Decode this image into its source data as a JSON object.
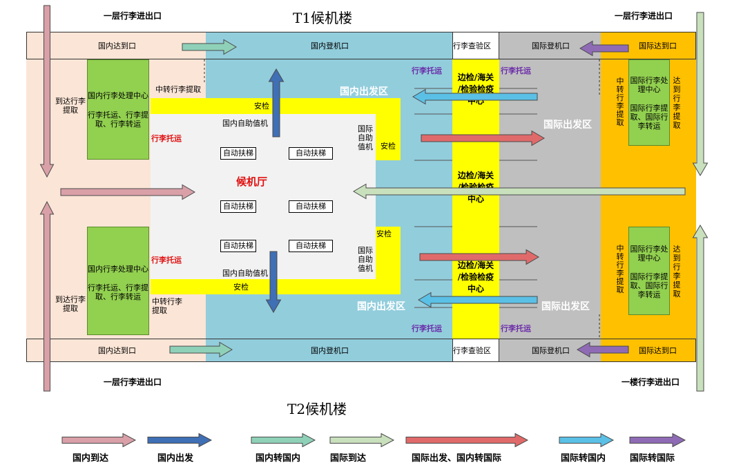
{
  "titles": {
    "t1": "T1候机楼",
    "t2": "T2候机楼"
  },
  "exits": {
    "top_left": "一层行李进出口",
    "top_right": "一层行李进出口",
    "bottom_left": "一层行李进出口",
    "bottom_right": "一楼行李进出口"
  },
  "top_row": {
    "dom_arrival": "国内达到口",
    "dom_checkin": "国内登机口",
    "baggage_check": "行李查验区",
    "intl_checkin": "国际登机口",
    "intl_arrival": "国际达到口"
  },
  "bottom_row": {
    "dom_arrival": "国内达到口",
    "dom_checkin": "国内登机口",
    "baggage_check": "行李查验区",
    "intl_checkin": "国际登机口",
    "intl_arrival": "国际达到口"
  },
  "left_zone": {
    "pickup_top": "到达行李\n提取",
    "pickup_bottom": "到达行李\n提取",
    "center_top": "国内行李处理中心",
    "center_top_sub": "行李托运、行李提\n取、行李转运",
    "center_bottom": "国内行李处理中心",
    "center_bottom_sub": "行李托运、行李提\n取、行李转运",
    "transfer_top": "中转行李提取",
    "transfer_bottom": "中转行李\n提取",
    "checkin_top": "行李托运",
    "checkin_bottom": "行李托运"
  },
  "hall": {
    "name": "候机厅",
    "security_top": "安检",
    "security_bottom": "安检",
    "security_right_top": "安检",
    "security_right_bottom": "安检",
    "self_checkin_top": "国内自助值机",
    "self_checkin_bottom": "国内自助值机",
    "intl_self_top": "国际\n自助\n值机",
    "intl_self_bottom": "国际\n自助\n值机",
    "escalators": [
      "自动扶梯",
      "自动扶梯",
      "自动扶梯",
      "自动扶梯",
      "自动扶梯",
      "自动扶梯"
    ]
  },
  "blue_zone": {
    "dep_top": "国内出发区",
    "dep_bottom": "国内出发区",
    "tag_top": "行李托运",
    "tag_bottom": "行李托运"
  },
  "control": {
    "top": "边检/海关\n/检验检疫\n中心",
    "mid": "边检/海关\n/检验检疫\n中心",
    "bottom": "边检/海关\n/检验检疫\n中心"
  },
  "gray_zone": {
    "tag_top": "行李托运",
    "tag_bottom": "行李托运",
    "dep_top": "国际出发区",
    "dep_bottom": "国际出发区"
  },
  "right_zone": {
    "transfer_top": "中\n转\n行\n李\n提\n取",
    "transfer_bottom": "中\n转\n行\n李\n提\n取",
    "center_top": "国际行李处\n理中心",
    "center_top_sub": "国际行李提\n取、国际行\n李转运",
    "center_bottom": "国际行李处\n理中心",
    "center_bottom_sub": "国际行李提\n取、国际行\n李转运",
    "pickup_top": "达\n到\n行\n李\n提\n取",
    "pickup_bottom": "达\n到\n行\n李\n提\n取"
  },
  "legend": [
    {
      "label": "国内到达",
      "color": "#d9a0a8"
    },
    {
      "label": "国内出发",
      "color": "#3f6fb5"
    },
    {
      "label": "国内转国内",
      "color": "#8fd1b8"
    },
    {
      "label": "国际到达",
      "color": "#c9e0bd"
    },
    {
      "label": "国际出发、国内转国际",
      "color": "#e06a6a"
    },
    {
      "label": "国际转国内",
      "color": "#5bc0e6"
    },
    {
      "label": "国际转国际",
      "color": "#8f6bb5"
    }
  ],
  "colors": {
    "peach": "#fbe5d6",
    "blue": "#92cddc",
    "yellow": "#ffff00",
    "gray": "#bfbfbf",
    "orange": "#ffc000",
    "green": "#92d050",
    "hall": "#f2f2f2"
  }
}
